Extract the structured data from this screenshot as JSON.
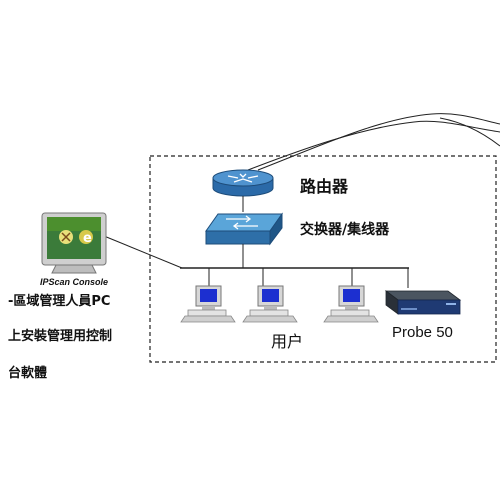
{
  "diagram": {
    "router_label": "路由器",
    "switch_label": "交换器/集线器",
    "users_label": "用户",
    "probe_label": "Probe 50",
    "console": {
      "screen_text": "IPScan Console",
      "desc_line1": "-區域管理人員PC",
      "desc_line2": "上安裝管理用控制",
      "desc_line3": "台軟體"
    }
  }
}
